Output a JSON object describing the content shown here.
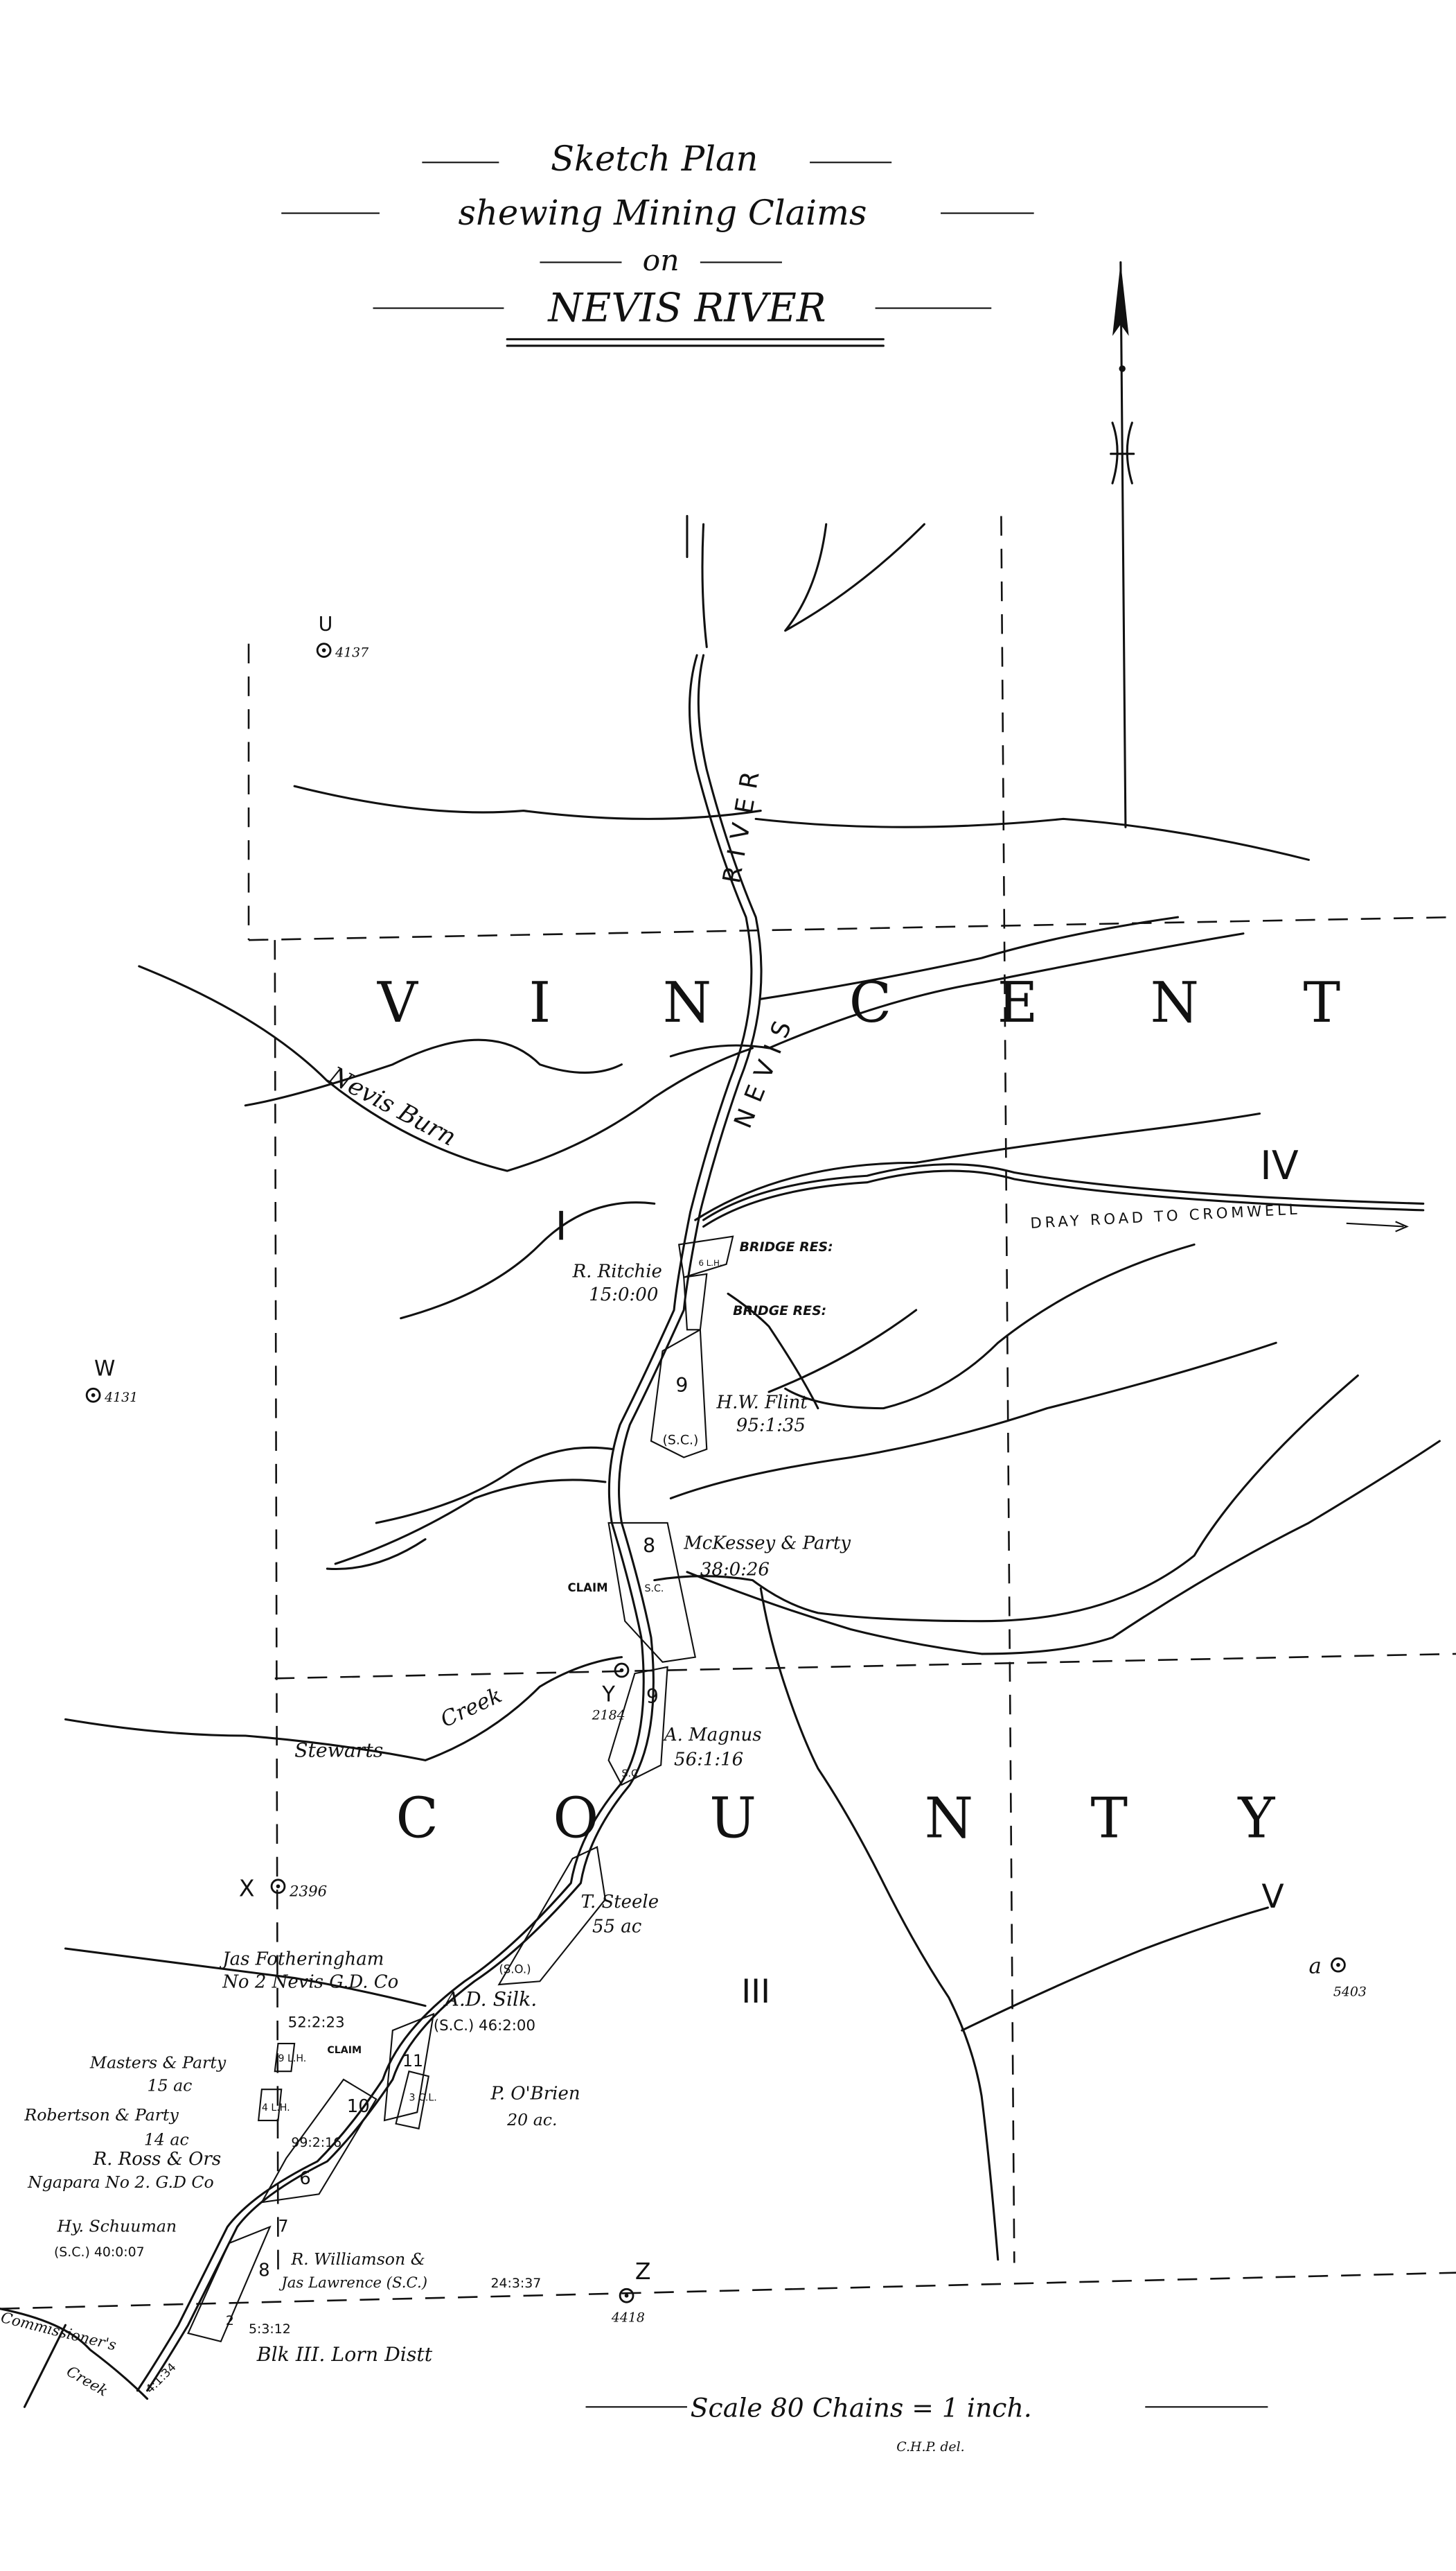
{
  "title": {
    "line1": "Sketch Plan",
    "line2": "shewing Mining Claims",
    "line3": "on",
    "line4": "NEVIS RIVER"
  },
  "county": {
    "word1": [
      "V",
      "I",
      "N",
      "C",
      "E",
      "N",
      "T"
    ],
    "word2": [
      "C",
      "O",
      "U",
      "N",
      "T",
      "Y"
    ]
  },
  "blocks": {
    "i": "I",
    "iii": "III",
    "iv": "IV",
    "v": "V"
  },
  "stations": [
    {
      "letter": "U",
      "value": "4137"
    },
    {
      "letter": "W",
      "value": "4131"
    },
    {
      "letter": "Y",
      "value": "2184"
    },
    {
      "letter": "X",
      "value": "2396"
    },
    {
      "letter": "Z",
      "value": "4418"
    },
    {
      "letter": "a",
      "value": "5403"
    }
  ],
  "features": {
    "river1": "RIVER",
    "river2": "NEVIS",
    "nevis_burn": "Nevis Burn",
    "stewarts_creek_1": "Stewarts",
    "stewarts_creek_2": "Creek",
    "commissioners_creek_1": "Commissioner's",
    "commissioners_creek_2": "Creek",
    "dray_road": "DRAY ROAD TO CROMWELL",
    "bridge_res_1": "BRIDGE RES:",
    "bridge_res_2": "BRIDGE RES:",
    "claim_1": "CLAIM",
    "claim_2": "CLAIM"
  },
  "claims": [
    {
      "name": "R. Ritchie",
      "area": "15:0:00",
      "code": "6 L.H."
    },
    {
      "name": "H.W. Flint",
      "area": "95:1:35",
      "code": "9",
      "tag": "(S.C.)"
    },
    {
      "name": "McKessey & Party",
      "area": "38:0:26",
      "code": "8",
      "tag": "S.C."
    },
    {
      "name": "A. Magnus",
      "area": "56:1:16",
      "code": "9",
      "tag": "S.C."
    },
    {
      "name": "T. Steele",
      "area": "55 ac",
      "tag": "(S.O.)"
    },
    {
      "name": "Jas Fotheringham",
      "name2": "No 2 Nevis G.D. Co",
      "area": "52:2:23"
    },
    {
      "name": "A.D. Silk.",
      "area": "(S.C.) 46:2:00",
      "code": "11"
    },
    {
      "name": "Masters & Party",
      "area": "15 ac",
      "code": "9 L.H."
    },
    {
      "name": "Robertson & Party",
      "area": "14 ac",
      "code": "4 L.H."
    },
    {
      "name": "P. O'Brien",
      "area": "20 ac.",
      "code": "3 C.L."
    },
    {
      "name": "R. Ross & Ors",
      "name2": "Ngapara No 2. G.D Co",
      "area": "99:2:16",
      "code": "6",
      "code2": "10"
    },
    {
      "name": "Hy. Schuuman",
      "area": "(S.C.) 40:0:07",
      "code": "7"
    },
    {
      "name": "R. Williamson &",
      "name2": "Jas Lawrence (S.C.)",
      "area": "24:3:37",
      "code": "8"
    },
    {
      "area": "5:3:12",
      "code": "2"
    },
    {
      "area": "4:1:34"
    }
  ],
  "footer": {
    "district": "Blk III. Lorn Distt",
    "scale": "Scale 80 Chains = 1 inch.",
    "author": "C.H.P. del."
  }
}
